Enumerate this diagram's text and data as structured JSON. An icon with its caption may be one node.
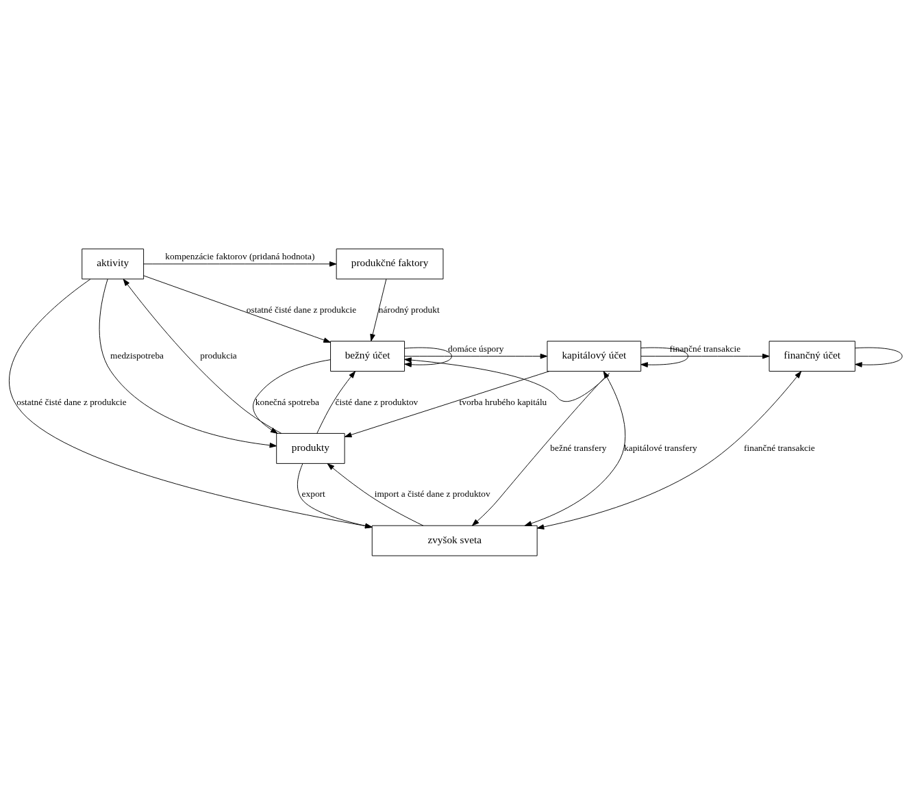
{
  "diagram": {
    "nodes": [
      {
        "text": [
          "produkčné faktory"
        ]
      },
      {
        "text": [
          "aktivity"
        ]
      },
      {
        "text": [
          "produkty"
        ]
      },
      {
        "text": [
          "bežný účet"
        ]
      },
      {
        "text": [
          "kapitálový účet"
        ]
      },
      {
        "text": [
          "finančný účet"
        ]
      },
      {
        "text": [
          "zvyšok sveta"
        ]
      }
    ],
    "edges": [
      {
        "from": 1,
        "to": 0,
        "arrow": "to",
        "label": "kompenzácie faktorov (pridaná hodnota)"
      },
      {
        "from": 1,
        "to": 6,
        "arrow": "to",
        "label": "ostatné čisté dane z produkcie"
      },
      {
        "from": 0,
        "to": 3,
        "arrow": "to",
        "label": "národný produkt"
      },
      {
        "from": 1,
        "to": 3,
        "arrow": "to",
        "label": "ostatné čisté dane z produkcie"
      },
      {
        "from": 2,
        "to": 1,
        "arrow": "to",
        "label": "produkcia"
      },
      {
        "from": 1,
        "to": 2,
        "arrow": "to",
        "label": "medzispotreba"
      },
      {
        "from": 2,
        "to": 3,
        "arrow": "to",
        "label": "čisté dane z produktov"
      },
      {
        "from": 3,
        "to": 2,
        "arrow": "to",
        "label": "konečná spotreba"
      },
      {
        "from": 4,
        "to": 2,
        "arrow": "to",
        "label": "tvorba hrubého kapitálu"
      },
      {
        "from": 2,
        "to": 6,
        "arrow": "to",
        "label": "export"
      },
      {
        "from": 3,
        "to": 4,
        "arrow": "to",
        "label": "domáce úspory"
      },
      {
        "from": 4,
        "to": 5,
        "arrow": "to",
        "label": "finančné transakcie"
      },
      {
        "from": 3,
        "to": 3,
        "arrow": "to"
      },
      {
        "from": 4,
        "to": 4,
        "arrow": "to"
      },
      {
        "from": 5,
        "to": 5,
        "arrow": "to"
      },
      {
        "from": 3,
        "to": 6,
        "arrow": "both",
        "label": "bežné transfery"
      },
      {
        "from": 4,
        "to": 6,
        "arrow": "both",
        "label": "kapitálové transfery"
      },
      {
        "from": 5,
        "to": 6,
        "arrow": "both",
        "label": "finančné transakcie"
      },
      {
        "from": 6,
        "to": 2,
        "arrow": "to",
        "label": "import a čisté dane z produktov"
      }
    ]
  }
}
